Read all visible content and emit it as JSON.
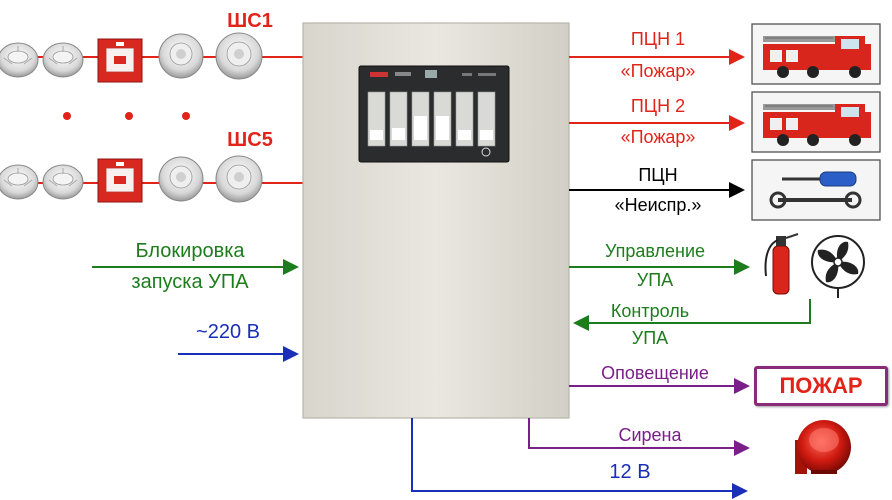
{
  "loops": {
    "first": "ШС1",
    "last": "ШС5"
  },
  "outputs": {
    "pcn1": {
      "line1": "ПЦН 1",
      "line2": "«Пожар»"
    },
    "pcn2": {
      "line1": "ПЦН 2",
      "line2": "«Пожар»"
    },
    "pcn_fault": {
      "line1": "ПЦН",
      "line2": "«Неиспр.»"
    },
    "upa_control": {
      "line1": "Управление",
      "line2": "УПА"
    },
    "upa_monitor": {
      "line1": "Контроль",
      "line2": "УПА"
    },
    "notification": "Оповещение",
    "siren": "Сирена",
    "power12": "12 В"
  },
  "inputs": {
    "block": {
      "line1": "Блокировка",
      "line2": "запуска УПА"
    },
    "mains": "~220 В"
  },
  "alarm_panel_text": "ПОЖАР",
  "colors": {
    "loop": "#e2231a",
    "pcn_fire": "#e2231a",
    "pcn_fault": "#000000",
    "upa": "#1d7d1d",
    "power": "#1a2fb8",
    "notification": "#7a1e8a"
  },
  "icons": [
    "smoke-detector-icon",
    "manual-call-point-icon",
    "heat-detector-icon",
    "fire-truck-icon",
    "screwdriver-wrench-icon",
    "fire-extinguisher-icon",
    "fan-icon",
    "siren-icon"
  ]
}
